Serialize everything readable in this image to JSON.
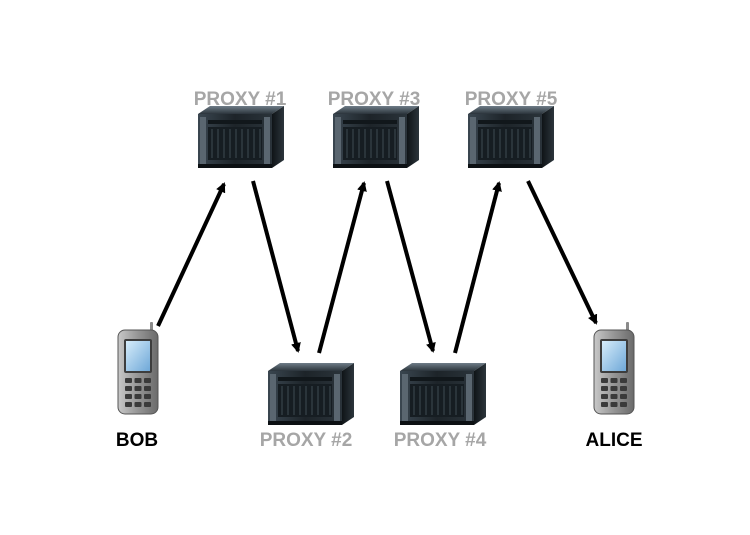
{
  "colors": {
    "proxy_label": "#a6a6a6",
    "endpoint_label": "#000000",
    "arrow": "#000000"
  },
  "endpoints": {
    "sender": {
      "label": "BOB",
      "icon": "mobile-phone-icon"
    },
    "receiver": {
      "label": "ALICE",
      "icon": "mobile-phone-icon"
    }
  },
  "proxies": [
    {
      "label": "PROXY #1",
      "icon": "server-icon"
    },
    {
      "label": "PROXY #2",
      "icon": "server-icon"
    },
    {
      "label": "PROXY #3",
      "icon": "server-icon"
    },
    {
      "label": "PROXY #4",
      "icon": "server-icon"
    },
    {
      "label": "PROXY #5",
      "icon": "server-icon"
    }
  ],
  "route": [
    "BOB",
    "PROXY #1",
    "PROXY #2",
    "PROXY #3",
    "PROXY #4",
    "PROXY #5",
    "ALICE"
  ]
}
